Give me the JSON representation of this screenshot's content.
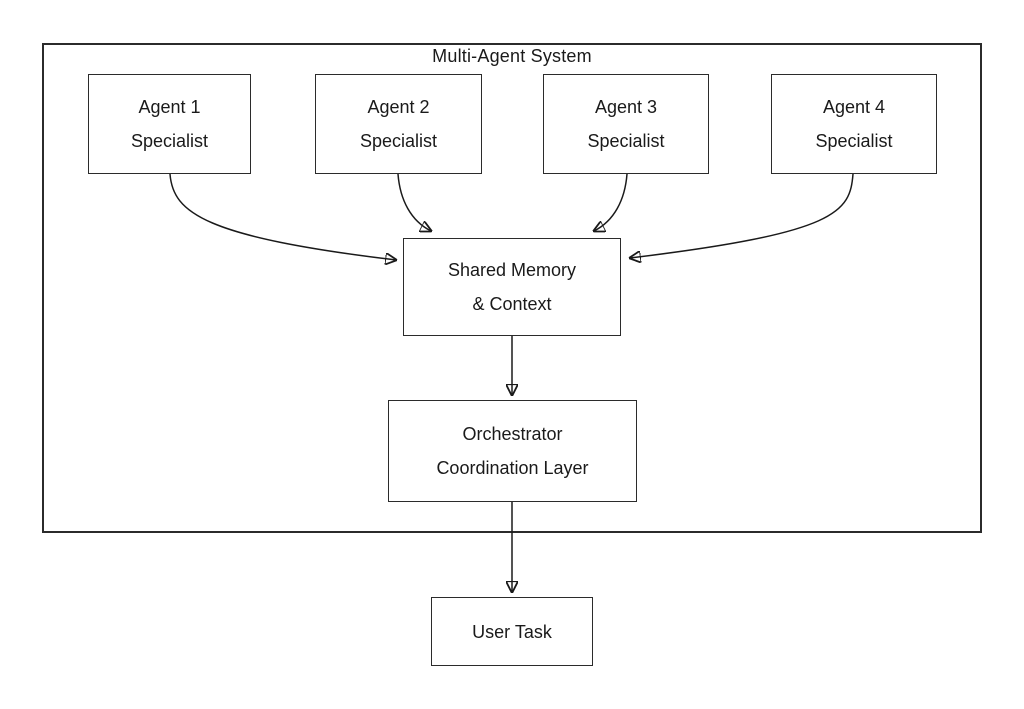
{
  "diagram": {
    "title": "Multi-Agent System",
    "nodes": {
      "agent1": {
        "line1": "Agent 1",
        "line2": "Specialist"
      },
      "agent2": {
        "line1": "Agent 2",
        "line2": "Specialist"
      },
      "agent3": {
        "line1": "Agent 3",
        "line2": "Specialist"
      },
      "agent4": {
        "line1": "Agent 4",
        "line2": "Specialist"
      },
      "shared_memory": {
        "line1": "Shared Memory",
        "line2": "& Context"
      },
      "orchestrator": {
        "line1": "Orchestrator",
        "line2": "Coordination Layer"
      },
      "user_task": {
        "line1": "User Task"
      }
    },
    "edges": [
      {
        "from": "agent1",
        "to": "shared_memory"
      },
      {
        "from": "agent2",
        "to": "shared_memory"
      },
      {
        "from": "agent3",
        "to": "shared_memory"
      },
      {
        "from": "agent4",
        "to": "shared_memory"
      },
      {
        "from": "shared_memory",
        "to": "orchestrator"
      },
      {
        "from": "orchestrator",
        "to": "user_task"
      }
    ],
    "colors": {
      "stroke": "#1a1a1a",
      "border": "#2b2b2b",
      "background": "#ffffff",
      "text": "#1a1a1a"
    }
  }
}
